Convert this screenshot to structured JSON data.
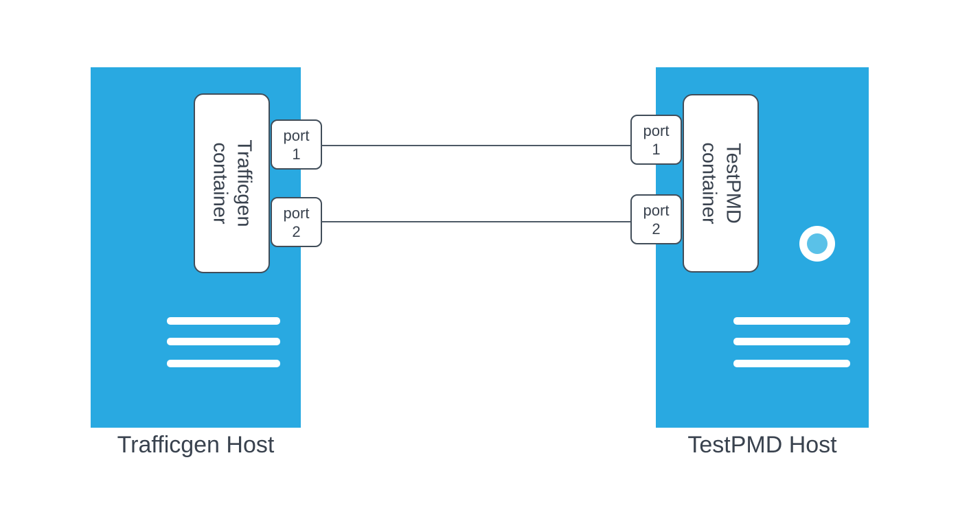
{
  "diagram": {
    "left_host": {
      "label": "Trafficgen Host",
      "container_label": "Trafficgen\ncontainer",
      "port1_label": "port\n1",
      "port2_label": "port\n2"
    },
    "right_host": {
      "label": "TestPMD Host",
      "container_label": "TestPMD\ncontainer",
      "port1_label": "port\n1",
      "port2_label": "port\n2"
    },
    "connections": [
      {
        "from": "Trafficgen container port 1",
        "to": "TestPMD container port 1"
      },
      {
        "from": "Trafficgen container port 2",
        "to": "TestPMD container port 2"
      }
    ],
    "colors": {
      "host_fill": "#29A9E1",
      "power_button_inner": "#5AC1E8",
      "shape_stroke": "#414D59",
      "text": "#39424E",
      "connector": "#4D5965"
    }
  }
}
